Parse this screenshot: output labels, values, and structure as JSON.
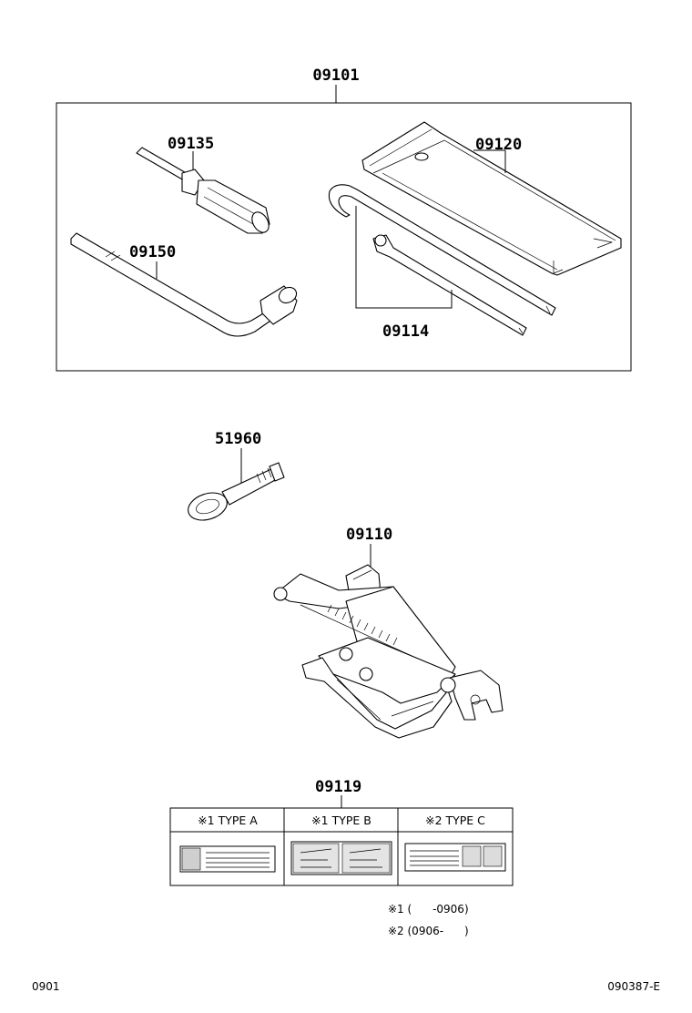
{
  "parts": {
    "kit": "09101",
    "screwdriver": "09135",
    "tool_bag": "09120",
    "wheel_wrench": "09150",
    "jack_handle": "09114",
    "towing_eye": "51960",
    "jack": "09110",
    "label": "09119"
  },
  "label_table": {
    "headers": [
      "※1 TYPE A",
      "※1 TYPE B",
      "※2 TYPE C"
    ]
  },
  "notes": {
    "note1": "※1 (      -0906)",
    "note2": "※2 (0906-      )"
  },
  "footer": {
    "left_code": "0901",
    "right_code": "090387-E"
  }
}
